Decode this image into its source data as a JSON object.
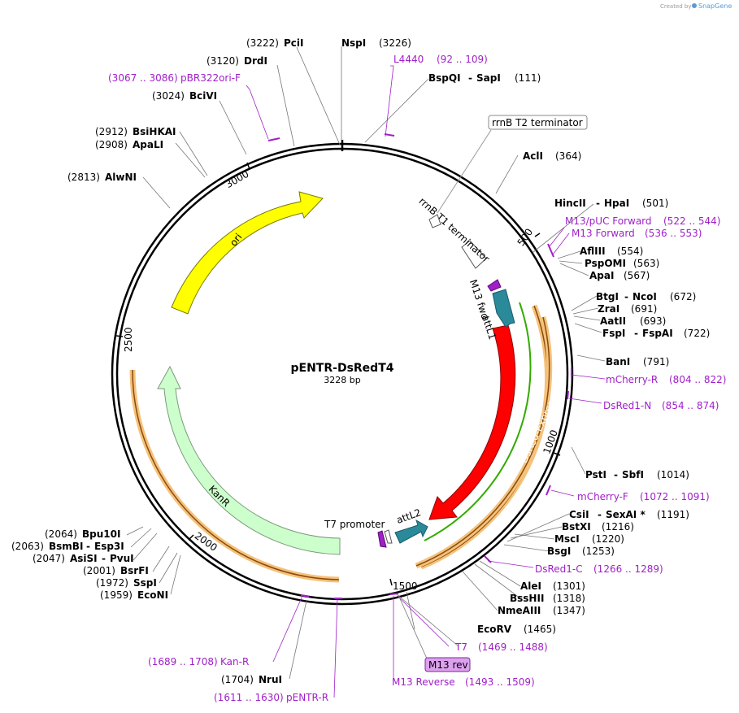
{
  "credit": {
    "prefix": "Created by",
    "brand": "SnapGene"
  },
  "plasmid": {
    "name": "pENTR-DsRedT4",
    "size": "3228 bp"
  },
  "ticks": [
    "500",
    "1000",
    "1500",
    "2000",
    "2500",
    "3000"
  ],
  "features": {
    "ori": "ori",
    "kanr": "KanR",
    "dsred": "DsRed-Express",
    "attl1": "attL1",
    "attl2": "attL2",
    "m13fwd": "M13 fwd",
    "rrnb_t1": "rrnB T1 terminator",
    "rrnb_t2": "rrnB T2 terminator",
    "t7prom": "T7 promoter",
    "m13rev": "M13 rev"
  },
  "enzymes_left": [
    {
      "pos": "(3222)",
      "name": "PciI"
    },
    {
      "pos": "(3120)",
      "name": "DrdI"
    },
    {
      "pos": "(3024)",
      "name": "BciVI"
    },
    {
      "pos": "(2912)",
      "name": "BsiHKAI"
    },
    {
      "pos": "(2908)",
      "name": "ApaLI"
    },
    {
      "pos": "(2813)",
      "name": "AlwNI"
    },
    {
      "pos": "(2064)",
      "name": "Bpu10I"
    },
    {
      "pos": "(2063)",
      "name": "BsmBI",
      "name2": "Esp3I"
    },
    {
      "pos": "(2047)",
      "name": "AsiSI",
      "name2": "PvuI"
    },
    {
      "pos": "(2001)",
      "name": "BsrFI"
    },
    {
      "pos": "(1972)",
      "name": "SspI"
    },
    {
      "pos": "(1959)",
      "name": "EcoNI"
    },
    {
      "pos": "(1704)",
      "name": "NruI"
    }
  ],
  "enzymes_right": [
    {
      "name": "NspI",
      "pos": "(3226)"
    },
    {
      "name": "BspQI",
      "name2": "SapI",
      "pos": "(111)"
    },
    {
      "name": "AclI",
      "pos": "(364)"
    },
    {
      "name": "HincII",
      "name2": "HpaI",
      "pos": "(501)"
    },
    {
      "name": "AflIII",
      "pos": "(554)"
    },
    {
      "name": "PspOMI",
      "pos": "(563)"
    },
    {
      "name": "ApaI",
      "pos": "(567)"
    },
    {
      "name": "BtgI",
      "name2": "NcoI",
      "pos": "(672)"
    },
    {
      "name": "ZraI",
      "pos": "(691)"
    },
    {
      "name": "AatII",
      "pos": "(693)"
    },
    {
      "name": "FspI",
      "name2": "FspAI",
      "pos": "(722)"
    },
    {
      "name": "BanI",
      "pos": "(791)"
    },
    {
      "name": "PstI",
      "name2": "SbfI",
      "pos": "(1014)"
    },
    {
      "name": "CsiI",
      "name2": "SexAI *",
      "pos": "(1191)"
    },
    {
      "name": "BstXI",
      "pos": "(1216)"
    },
    {
      "name": "MscI",
      "pos": "(1220)"
    },
    {
      "name": "BsgI",
      "pos": "(1253)"
    },
    {
      "name": "AleI",
      "pos": "(1301)"
    },
    {
      "name": "BssHII",
      "pos": "(1318)"
    },
    {
      "name": "NmeAIII",
      "pos": "(1347)"
    },
    {
      "name": "EcoRV",
      "pos": "(1465)"
    }
  ],
  "primers": [
    {
      "name": "L4440",
      "range": "(92 .. 109)"
    },
    {
      "name": "pBR322ori-F",
      "range": "(3067 .. 3086)"
    },
    {
      "name": "M13/pUC Forward",
      "range": "(522 .. 544)"
    },
    {
      "name": "M13 Forward",
      "range": "(536 .. 553)"
    },
    {
      "name": "mCherry-R",
      "range": "(804 .. 822)"
    },
    {
      "name": "DsRed1-N",
      "range": "(854 .. 874)"
    },
    {
      "name": "mCherry-F",
      "range": "(1072 .. 1091)"
    },
    {
      "name": "DsRed1-C",
      "range": "(1266 .. 1289)"
    },
    {
      "name": "T7",
      "range": "(1469 .. 1488)"
    },
    {
      "name": "M13 Reverse",
      "range": "(1493 .. 1509)"
    },
    {
      "name": "Kan-R",
      "range": "(1689 .. 1708)"
    },
    {
      "name": "pENTR-R",
      "range": "(1611 .. 1630)"
    }
  ],
  "colors": {
    "ori": "#ffff00",
    "kanr": "#ccffcc",
    "dsred": "#ff0000",
    "att": "#2a8a9a",
    "primer": "#a020c8",
    "orange_band": "#f5c27a",
    "green_line": "#33aa00",
    "brown_line": "#8a4a10"
  }
}
